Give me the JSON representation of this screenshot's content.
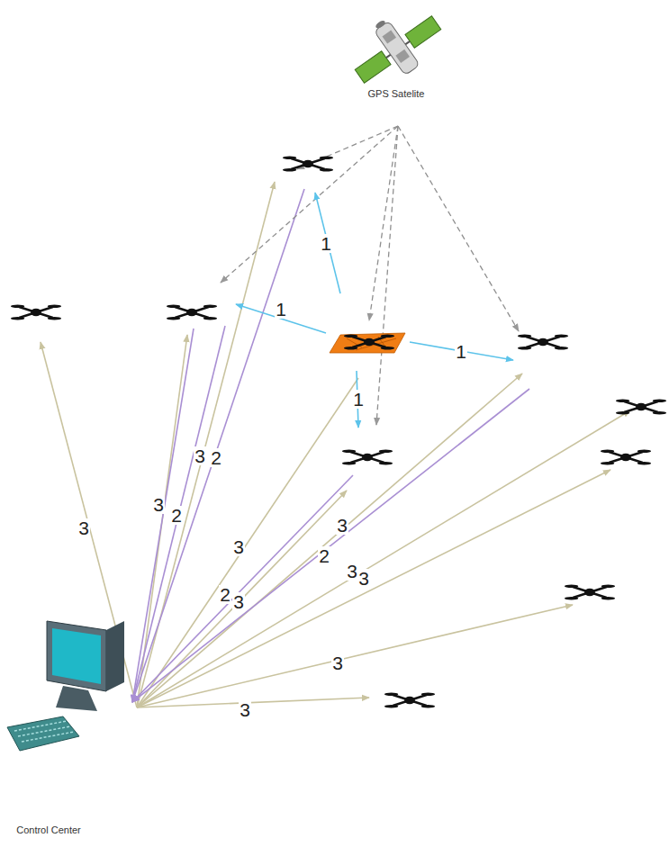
{
  "diagram": {
    "nodes": [
      {
        "text": [
          "GPS Satelite"
        ]
      },
      {
        "text": [
          "Control Center"
        ]
      }
    ],
    "labels": [
      "1",
      "1",
      "1",
      "1",
      "3",
      "2",
      "3",
      "2",
      "3",
      "3",
      "3",
      "2",
      "3",
      "3",
      "2",
      "3",
      "3",
      "3"
    ]
  }
}
